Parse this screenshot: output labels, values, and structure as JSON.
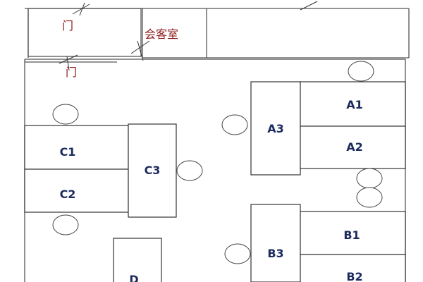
{
  "rooms": {
    "door_top": "门",
    "door_bottom": "门",
    "reception": "会客室"
  },
  "desks": {
    "A1": "A1",
    "A2": "A2",
    "A3": "A3",
    "B1": "B1",
    "B2": "B2",
    "B3": "B3",
    "C1": "C1",
    "C2": "C2",
    "C3": "C3",
    "D": "D"
  },
  "colors": {
    "room_label": "#8b1a1a",
    "desk_label": "#1c2a5e"
  }
}
